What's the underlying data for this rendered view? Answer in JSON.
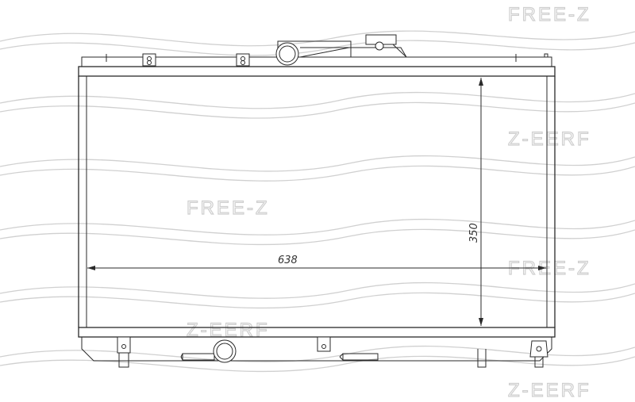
{
  "diagram": {
    "dimensions": {
      "width_label": "638",
      "height_label": "350"
    },
    "watermark": {
      "brand": "FREE-Z",
      "brand_mirrored": "Z-EERF"
    },
    "colors": {
      "line": "#2a2a2a",
      "watermark": "#d0d0d0",
      "background": "#ffffff"
    }
  }
}
